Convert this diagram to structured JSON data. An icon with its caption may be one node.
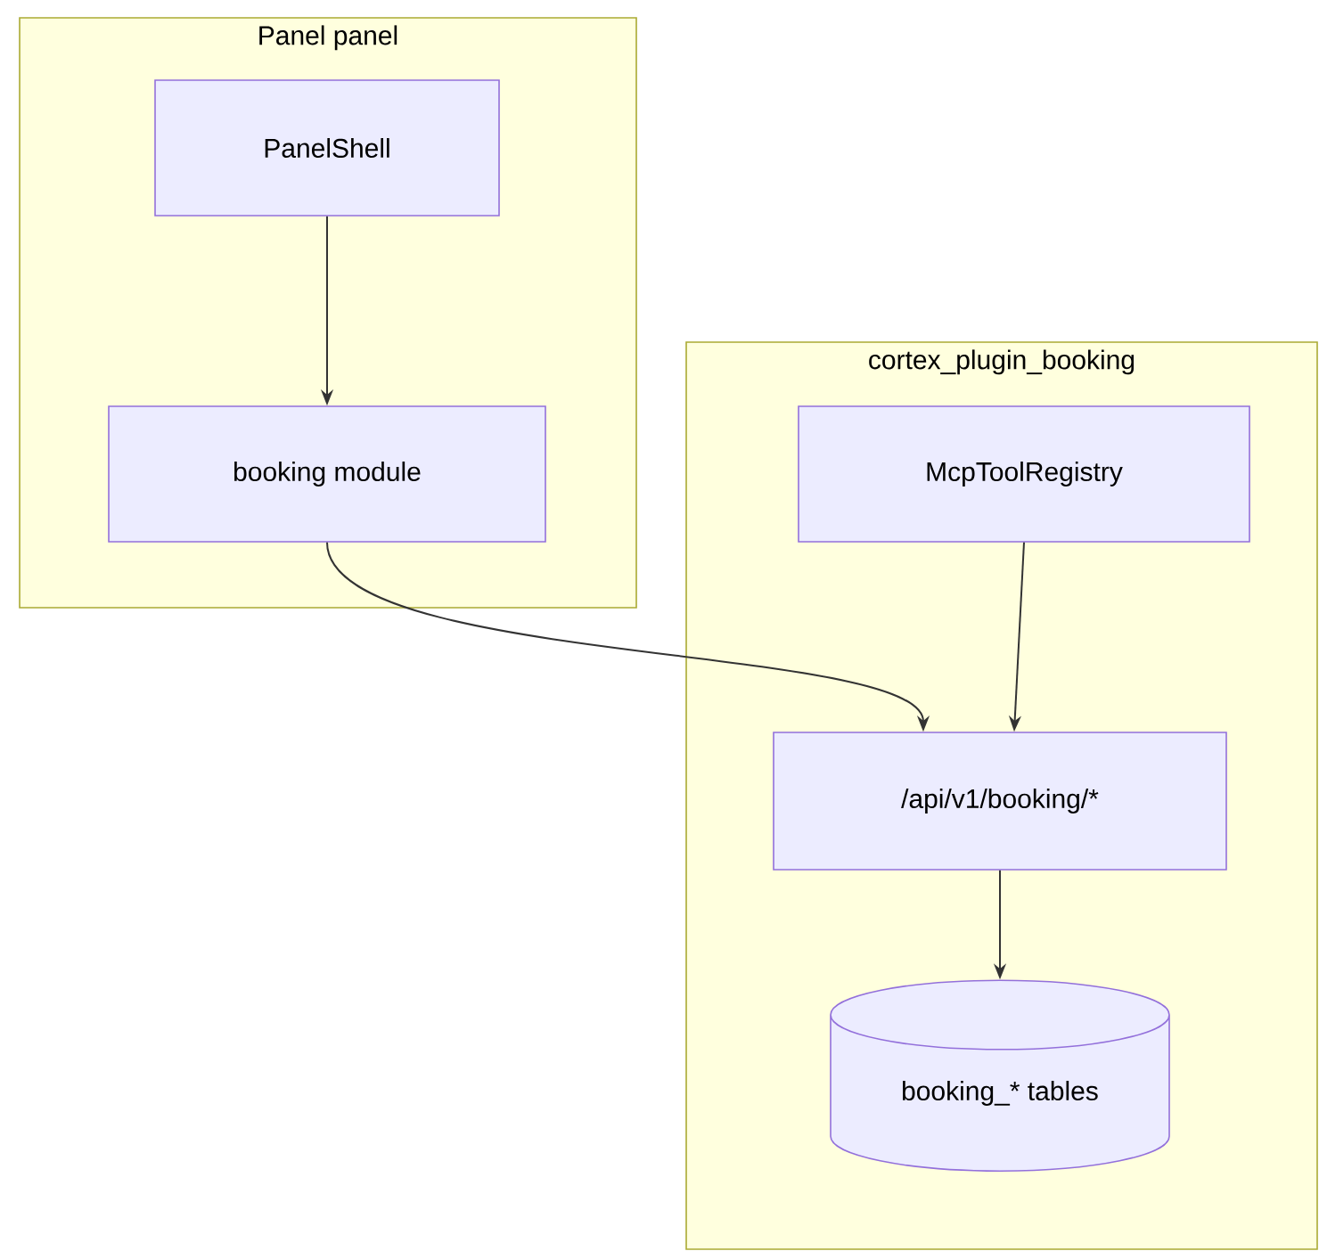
{
  "diagram": {
    "nodes": [
      {
        "text": [
          "Panel panel"
        ]
      },
      {
        "text": [
          "PanelShell"
        ],
        "in": 0
      },
      {
        "text": [
          "booking module"
        ],
        "in": 0
      },
      {
        "text": [
          "cortex_plugin_booking"
        ]
      },
      {
        "text": [
          "McpToolRegistry"
        ],
        "in": 3
      },
      {
        "text": [
          "/api/v1/booking/*"
        ],
        "in": 3
      },
      {
        "text": [
          "booking_* tables"
        ],
        "in": 3
      }
    ],
    "edges": [
      {
        "from": 1,
        "to": 2,
        "arrow": "to"
      },
      {
        "from": 2,
        "to": 5,
        "arrow": "to"
      },
      {
        "from": 4,
        "to": 5,
        "arrow": "to"
      },
      {
        "from": 5,
        "to": 6,
        "arrow": "to"
      }
    ]
  }
}
